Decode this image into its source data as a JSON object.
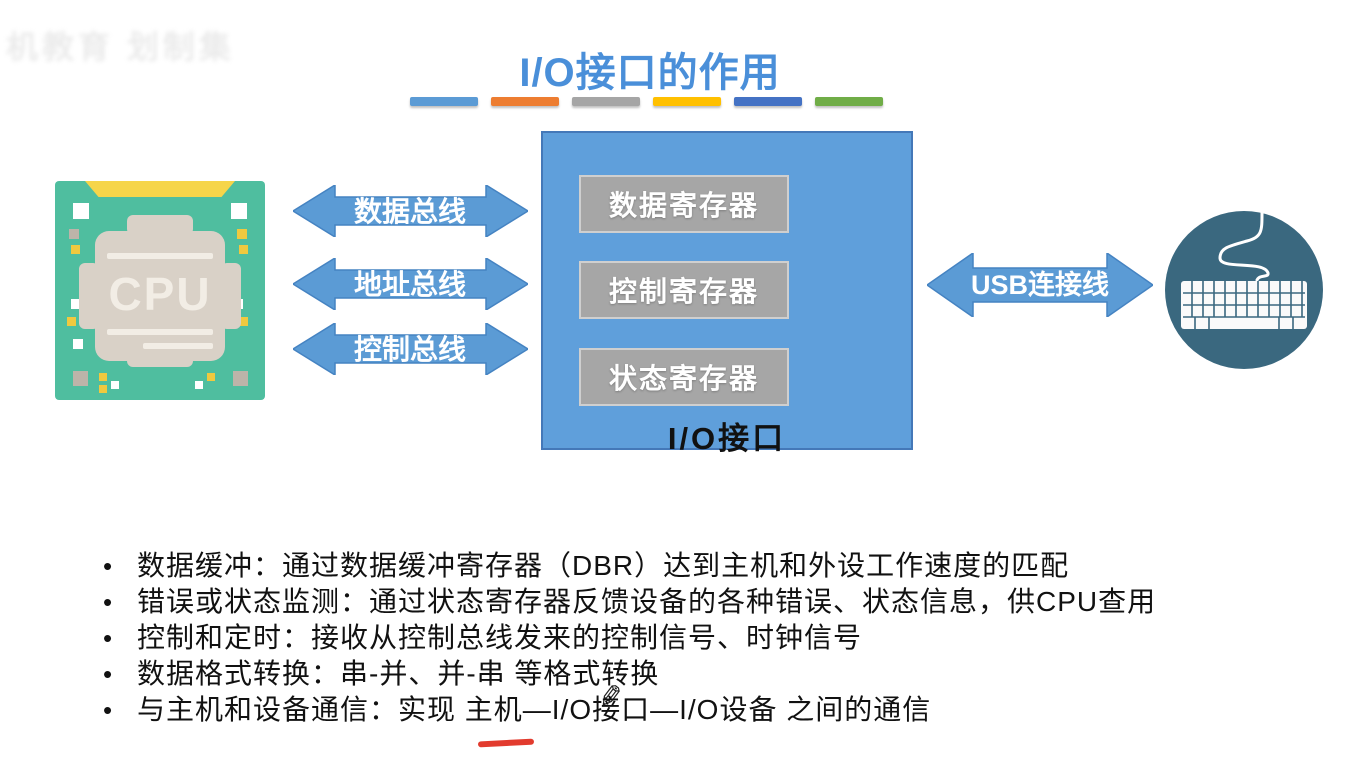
{
  "watermark": {
    "text": "机教育 划制集"
  },
  "title": {
    "text": "I/O接口的作用",
    "color": "#4a8fd9"
  },
  "divider_colors": [
    "#5B9BD5",
    "#ED7D31",
    "#A5A5A5",
    "#FFC000",
    "#4472C4",
    "#70AD47"
  ],
  "diagram": {
    "cpu_label": "CPU",
    "buses": [
      {
        "label": "数据总线"
      },
      {
        "label": "地址总线"
      },
      {
        "label": "控制总线"
      }
    ],
    "io_box": {
      "registers": [
        "数据寄存器",
        "控制寄存器",
        "状态寄存器"
      ],
      "label": "I/O接口"
    },
    "usb_label": "USB连接线",
    "device_icon": "keyboard-in-circle",
    "arrow_color": "#5B9BD5",
    "io_box_color": "#5F9FDB",
    "register_color": "#A6A6A6",
    "device_circle_color": "#3A687F",
    "cpu_chip_color": "#4FBE9F"
  },
  "bullet_glyph": "•",
  "bullets": [
    "数据缓冲：通过数据缓冲寄存器（DBR）达到主机和外设工作速度的匹配",
    "错误或状态监测：通过状态寄存器反馈设备的各种错误、状态信息，供CPU查用",
    "控制和定时：接收从控制总线发来的控制信号、时钟信号",
    "数据格式转换：串-并、并-串 等格式转换",
    "与主机和设备通信：实现 主机—I/O接口—I/O设备 之间的通信"
  ],
  "annotation": {
    "pen_glyph": "✎",
    "underline_color": "#E23B2E"
  }
}
